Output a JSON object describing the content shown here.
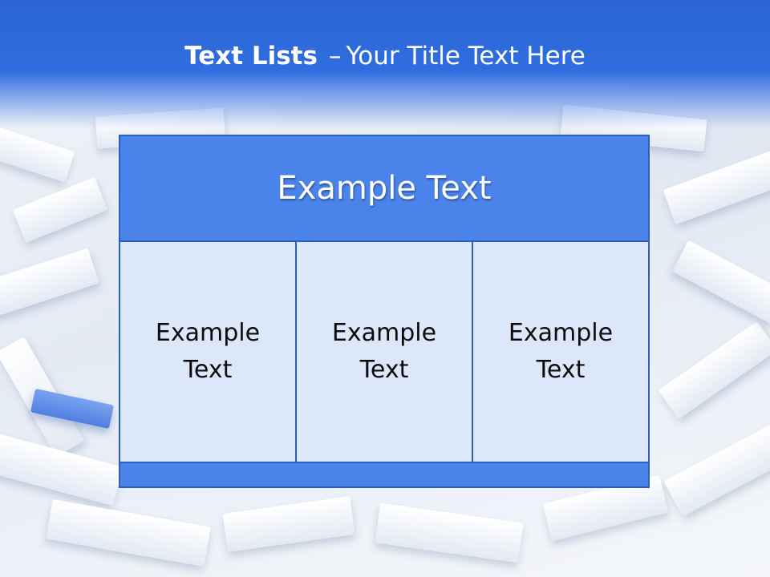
{
  "slide": {
    "title_bold": "Text Lists",
    "title_separator": "–",
    "title_rest": "Your Title Text Here"
  },
  "table": {
    "header": "Example Text",
    "columns": [
      {
        "text": "Example Text"
      },
      {
        "text": "Example Text"
      },
      {
        "text": "Example Text"
      }
    ]
  },
  "colors": {
    "header_band": "#2f6ee0",
    "panel_blue": "#4a83ea",
    "panel_border": "#2d5eb8",
    "cell_fill": "#dce8fa"
  }
}
